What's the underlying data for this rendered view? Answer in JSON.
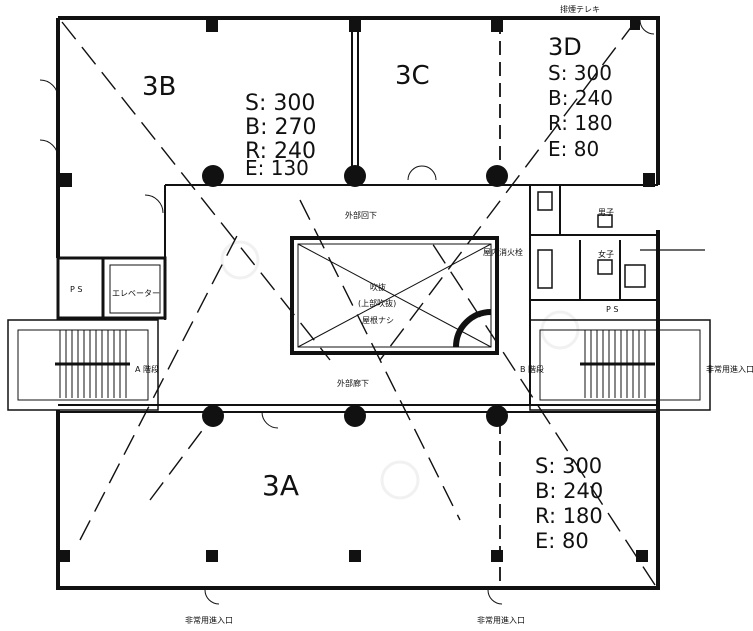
{
  "top_label": "排煙テレキ",
  "units": {
    "3B": {
      "name": "3B",
      "specs": [
        "S: 300",
        "B: 270",
        "R: 240",
        "E: 130"
      ]
    },
    "3C": {
      "name": "3C"
    },
    "3D": {
      "name": "3D",
      "specs": [
        "S: 300",
        "B: 240",
        "R: 180",
        "E: 80"
      ]
    },
    "3A": {
      "name": "3A",
      "specs": [
        "S: 300",
        "B: 240",
        "R: 180",
        "E: 80"
      ]
    }
  },
  "rooms": {
    "ps": "P S",
    "ps2": "P S",
    "elevator": "エレベーター",
    "mens_wc": "男子",
    "womens_wc": "女子",
    "stair_a": "A 階段",
    "stair_b": "B 階段",
    "hydrant": "屋内消火栓"
  },
  "corridor": {
    "upper": "外部回下",
    "lower": "外部廊下"
  },
  "void": {
    "title": "吹抜",
    "sub": "(上部吹抜)",
    "note": "屋根ナシ"
  },
  "emergency_entrances": [
    "非常用進入口",
    "非常用進入口",
    "非常用進入口"
  ]
}
